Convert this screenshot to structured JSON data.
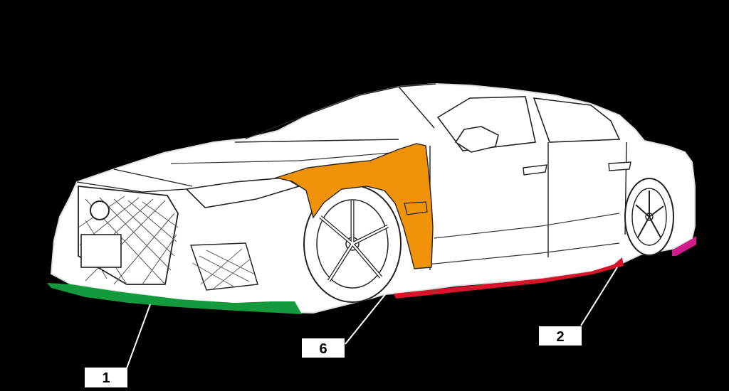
{
  "callouts": [
    {
      "number": "1",
      "part_color": "#149a3c"
    },
    {
      "number": "2",
      "part_color": "#d7142a"
    },
    {
      "number": "6",
      "part_color": "#f0920a"
    }
  ],
  "rear_part_color": "#d21c8c",
  "background": "#000000",
  "line_color": "#ffffff"
}
